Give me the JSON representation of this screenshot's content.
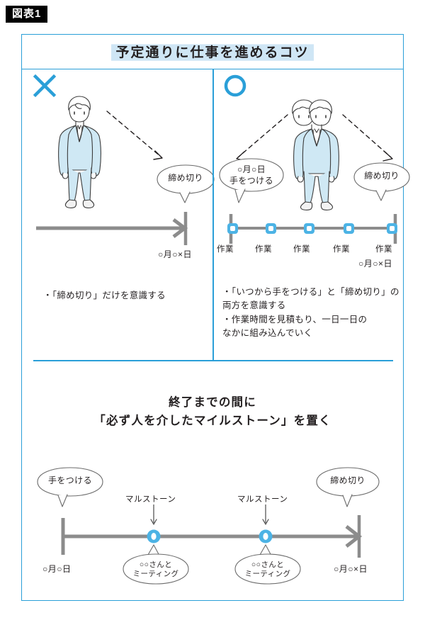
{
  "badge": {
    "label": "図表1"
  },
  "title": {
    "text": "予定通りに仕事を進めるコツ"
  },
  "panels": {
    "bad": {
      "mark": "cross-mark",
      "person_alt": "businessman-illustration",
      "bubble": "締め切り",
      "timeline_date": "○月○×日",
      "caption": "・「締め切り」だけを意識する"
    },
    "good": {
      "mark": "circle-mark",
      "person_alt": "two-businessmen-illustration",
      "bubble_start": "○月○日\n手をつける",
      "bubble_end": "締め切り",
      "task_labels": [
        "作業",
        "作業",
        "作業",
        "作業",
        "作業"
      ],
      "timeline_date": "○月○×日",
      "caption": "・「いつから手をつける」と「締め切り」の\n 両方を意識する\n・作業時間を見積もり、一日一日の\n なかに組み込んでいく"
    }
  },
  "bottom": {
    "heading": "終了までの間に\n「必ず人を介したマイルストーン」を置く",
    "start_bubble": "手をつける",
    "end_bubble": "締め切り",
    "start_date": "○月○日",
    "end_date": "○月○×日",
    "milestones": [
      {
        "label": "マルストーン",
        "bubble": "○○さんと\nミーティング"
      },
      {
        "label": "マルストーン",
        "bubble": "○○さんと\nミーティング"
      }
    ]
  },
  "colors": {
    "frame_blue": "#2a9fd8",
    "accent_blue": "#2a9fd8",
    "marker_blue": "#4cb3e5",
    "title_highlight": "#cfe6f5",
    "timeline_gray": "#8c8c8c",
    "suit_fill": "#cfe8f4",
    "badge_bg": "#000000",
    "text": "#231f20"
  }
}
